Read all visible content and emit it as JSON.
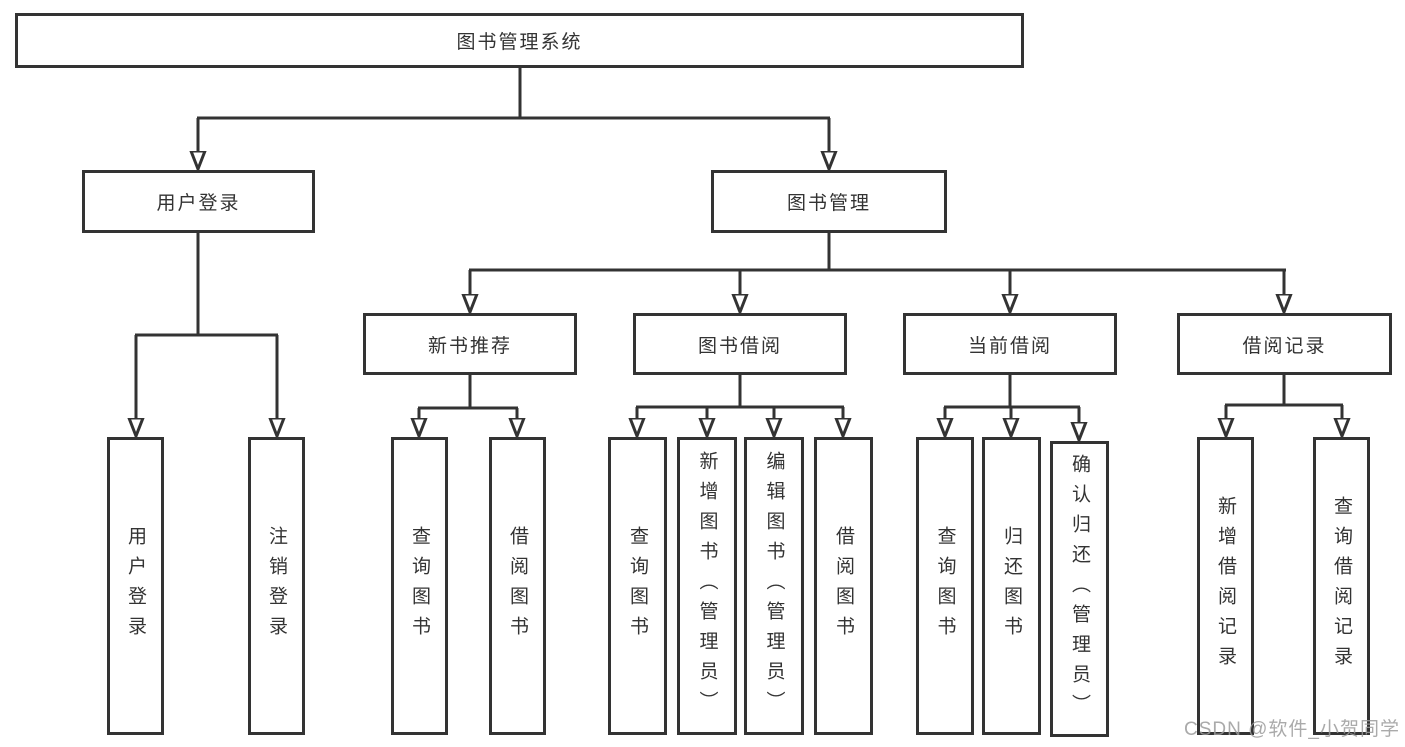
{
  "diagram": {
    "root": {
      "label": "图书管理系统"
    },
    "branches": [
      {
        "label": "用户登录",
        "children": [
          {
            "label": "用户登录"
          },
          {
            "label": "注销登录"
          }
        ]
      },
      {
        "label": "图书管理",
        "children": [
          {
            "label": "新书推荐",
            "children": [
              {
                "label": "查询图书"
              },
              {
                "label": "借阅图书"
              }
            ]
          },
          {
            "label": "图书借阅",
            "children": [
              {
                "label": "查询图书"
              },
              {
                "label": "新增图书（管理员）"
              },
              {
                "label": "编辑图书（管理员）"
              },
              {
                "label": "借阅图书"
              }
            ]
          },
          {
            "label": "当前借阅",
            "children": [
              {
                "label": "查询图书"
              },
              {
                "label": "归还图书"
              },
              {
                "label": "确认归还（管理员）"
              }
            ]
          },
          {
            "label": "借阅记录",
            "children": [
              {
                "label": "新增借阅记录"
              },
              {
                "label": "查询借阅记录"
              }
            ]
          }
        ]
      }
    ],
    "watermark": "CSDN @软件_小贺同学",
    "colors": {
      "line": "#333333",
      "border": "#333333",
      "text": "#333333",
      "background": "#ffffff",
      "watermark": "#9b9b9b"
    }
  }
}
